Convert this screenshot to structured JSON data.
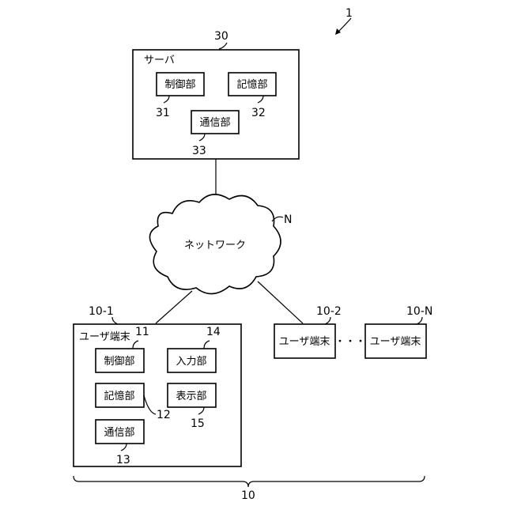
{
  "figure_ref": "1",
  "server": {
    "ref": "30",
    "label": "サーバ",
    "control": {
      "label": "制御部",
      "ref": "31"
    },
    "storage": {
      "label": "記憶部",
      "ref": "32"
    },
    "comm": {
      "label": "通信部",
      "ref": "33"
    }
  },
  "network": {
    "ref": "N",
    "label": "ネットワーク"
  },
  "terminal1": {
    "ref": "10-1",
    "label": "ユーザ端末",
    "control": {
      "label": "制御部",
      "ref": "11"
    },
    "storage": {
      "label": "記憶部",
      "ref": "12"
    },
    "comm": {
      "label": "通信部",
      "ref": "13"
    },
    "input": {
      "label": "入力部",
      "ref": "14"
    },
    "display": {
      "label": "表示部",
      "ref": "15"
    }
  },
  "terminal2": {
    "ref": "10-2",
    "label": "ユーザ端末"
  },
  "terminalN": {
    "ref": "10-N",
    "label": "ユーザ端末"
  },
  "ellipsis": "・・・",
  "group_ref": "10"
}
